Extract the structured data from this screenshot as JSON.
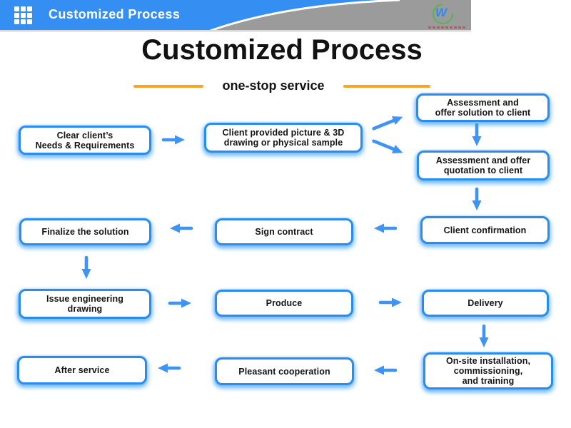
{
  "header": {
    "title": "Customized Process",
    "bar_color": "#358ff2",
    "gray_color": "#9b9b9b",
    "logo_letter": "W",
    "icons": {
      "grid": "3x3-grid-icon",
      "logo": "w-swoosh-logo-icon"
    }
  },
  "main": {
    "title": "Customized Process",
    "subtitle": "one-stop service",
    "accent_color": "#f5a623"
  },
  "flow": {
    "box_border_color": "#2b8cef",
    "arrow_color": "#3e94f5",
    "boxes": [
      {
        "id": "clear-needs",
        "label": "Clear client’s\nNeeds & Requirements"
      },
      {
        "id": "client-sample",
        "label": "Client provided picture & 3D\ndrawing or physical sample"
      },
      {
        "id": "assessment-solution",
        "label": "Assessment and\noffer solution to client"
      },
      {
        "id": "assessment-quotation",
        "label": "Assessment and offer\nquotation to client"
      },
      {
        "id": "client-confirmation",
        "label": "Client confirmation"
      },
      {
        "id": "sign-contract",
        "label": "Sign contract"
      },
      {
        "id": "finalize-solution",
        "label": "Finalize the solution"
      },
      {
        "id": "issue-drawing",
        "label": "Issue engineering\ndrawing"
      },
      {
        "id": "produce",
        "label": "Produce"
      },
      {
        "id": "delivery",
        "label": "Delivery"
      },
      {
        "id": "onsite-install",
        "label": "On-site installation,\ncommissioning,\nand training"
      },
      {
        "id": "pleasant-coop",
        "label": "Pleasant cooperation"
      },
      {
        "id": "after-service",
        "label": "After service"
      }
    ],
    "connections": [
      {
        "from": "clear-needs",
        "to": "client-sample"
      },
      {
        "from": "client-sample",
        "to": "assessment-solution"
      },
      {
        "from": "client-sample",
        "to": "assessment-quotation"
      },
      {
        "from": "assessment-solution",
        "to": "assessment-quotation"
      },
      {
        "from": "assessment-quotation",
        "to": "client-confirmation"
      },
      {
        "from": "client-confirmation",
        "to": "sign-contract"
      },
      {
        "from": "sign-contract",
        "to": "finalize-solution"
      },
      {
        "from": "finalize-solution",
        "to": "issue-drawing"
      },
      {
        "from": "issue-drawing",
        "to": "produce"
      },
      {
        "from": "produce",
        "to": "delivery"
      },
      {
        "from": "delivery",
        "to": "onsite-install"
      },
      {
        "from": "onsite-install",
        "to": "pleasant-coop"
      },
      {
        "from": "pleasant-coop",
        "to": "after-service"
      }
    ]
  }
}
